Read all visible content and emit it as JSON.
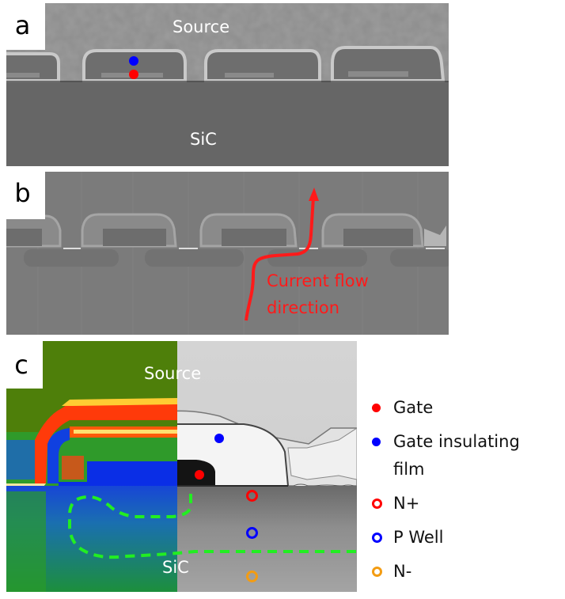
{
  "figure": {
    "panels": [
      {
        "id": "a",
        "label": "a",
        "texts": {
          "top": "Source",
          "bottom": "SiC"
        }
      },
      {
        "id": "b",
        "label": "b",
        "annotation": {
          "line1": "Current flow",
          "line2": "direction",
          "color": "#ff1a1a"
        }
      },
      {
        "id": "c",
        "label": "c",
        "texts": {
          "top": "Source",
          "bottom": "SiC"
        }
      }
    ],
    "legend": [
      {
        "marker": "filled-dot",
        "color": "#ff0000",
        "label": "Gate"
      },
      {
        "marker": "filled-dot",
        "color": "#0000ff",
        "label": "Gate insulating",
        "label_cont": "film"
      },
      {
        "marker": "ring",
        "color": "#ff0000",
        "label": "N+"
      },
      {
        "marker": "ring",
        "color": "#0000ff",
        "label": "P Well"
      },
      {
        "marker": "ring",
        "color": "#f39c12",
        "label": "N-"
      }
    ],
    "colors": {
      "sem_gray": "#6b6b6b",
      "sem_source": "#8e8e8e",
      "boundary_dash": "#22ee22",
      "colormap_green": "#3f8a0d"
    }
  }
}
